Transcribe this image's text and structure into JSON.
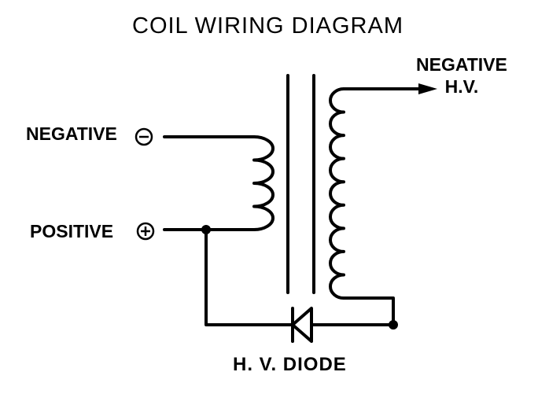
{
  "diagram": {
    "title": "COIL WIRING DIAGRAM",
    "labels": {
      "negative_input": "NEGATIVE",
      "positive_input": "POSITIVE",
      "hv_output_line1": "NEGATIVE",
      "hv_output_line2": "H.V.",
      "diode": "H. V. DIODE"
    },
    "symbols": {
      "negative_terminal": "minus-circle-icon",
      "positive_terminal": "plus-circle-icon",
      "output_arrow": "arrow-right-icon"
    },
    "components": {
      "primary_coil_turns": 4,
      "secondary_coil_turns": 9,
      "core_lines": 2
    },
    "colors": {
      "ink": "#000000",
      "background": "#ffffff"
    }
  }
}
